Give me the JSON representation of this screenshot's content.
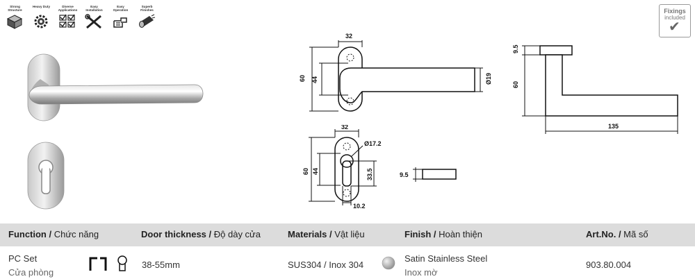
{
  "features": [
    {
      "label": "Strong Structure",
      "icon": "cube-structure-icon"
    },
    {
      "label": "Heavy Duty",
      "icon": "gear-icon"
    },
    {
      "label": "Diverse Applications",
      "icon": "checklist-icon"
    },
    {
      "label": "Easy Installation",
      "icon": "tools-icon"
    },
    {
      "label": "Easy Operation",
      "icon": "hand-press-icon"
    },
    {
      "label": "Superb Finishes",
      "icon": "finish-roll-icon"
    }
  ],
  "fixings": {
    "line1": "Fixings",
    "line2": "included",
    "mark": "✔"
  },
  "drawing_handle": {
    "dim_width": "32",
    "dim_height": "60",
    "dim_inner": "44",
    "dim_dia": "Ø19"
  },
  "drawing_side": {
    "dim_rose": "9.5",
    "dim_height": "60",
    "dim_length": "135"
  },
  "drawing_escutcheon": {
    "dim_width": "32",
    "dim_height": "60",
    "dim_inner": "44",
    "dim_dia": "Ø17.2",
    "dim_center": "33.5",
    "dim_bottom": "10.2"
  },
  "drawing_escutcheon_side": {
    "dim_thick": "9.5"
  },
  "table": {
    "headers": [
      {
        "bold": "Function /",
        "normal": " Chức năng"
      },
      {
        "bold": "Door thickness /",
        "normal": " Độ dày cửa"
      },
      {
        "bold": "Materials /",
        "normal": " Vật liệu"
      },
      {
        "bold": "Finish /",
        "normal": " Hoàn thiện"
      },
      {
        "bold": "Art.No. /",
        "normal": " Mã số"
      }
    ],
    "row": {
      "function_en": "PC Set",
      "function_vi": "Cửa phòng",
      "thickness": "38-55mm",
      "material": "SUS304 / Inox 304",
      "finish_en": "Satin Stainless Steel",
      "finish_vi": "Inox mờ",
      "art_no": "903.80.004"
    }
  }
}
